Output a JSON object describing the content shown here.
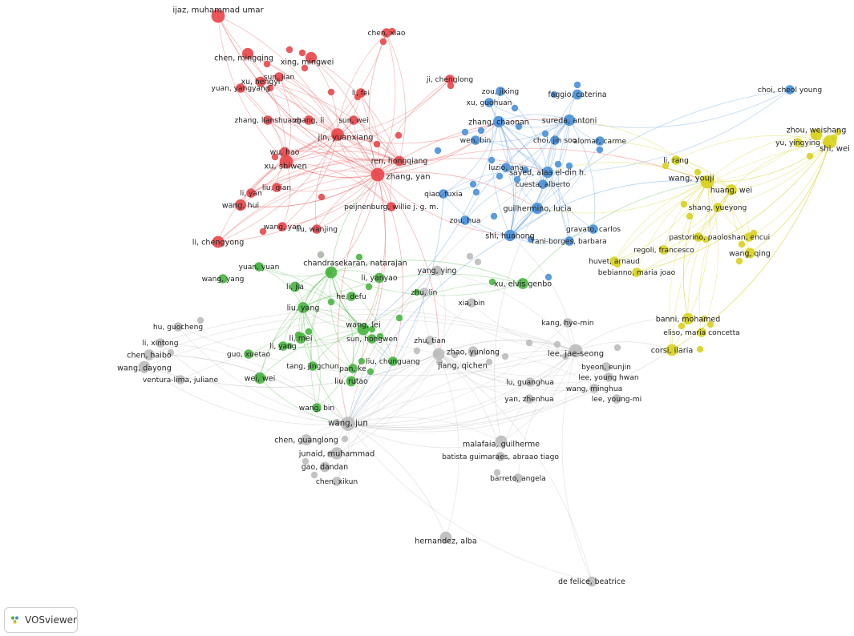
{
  "app": {
    "name": "VOSviewer"
  },
  "icon": "vosviewer-logo-icon",
  "clusters": {
    "red": "#e8484b",
    "blue": "#4a90d9",
    "green": "#4bb543",
    "yellow": "#d8d21f",
    "gray": "#bdbdbd"
  },
  "nodes": [
    {
      "id": "ijaz",
      "label": "ijaz, muhammad umar",
      "cluster": "red",
      "w": 2
    },
    {
      "id": "chenxiao",
      "label": "chen, xiao",
      "cluster": "red",
      "w": 1
    },
    {
      "id": "chenmq",
      "label": "chen, mingqing",
      "cluster": "red",
      "w": 1.5
    },
    {
      "id": "xing",
      "label": "xing, mingwei",
      "cluster": "red",
      "w": 1.5
    },
    {
      "id": "xuhy",
      "label": "xu, hengyi",
      "cluster": "red",
      "w": 1.2
    },
    {
      "id": "sunjian",
      "label": "sun, jian",
      "cluster": "red",
      "w": 1
    },
    {
      "id": "yuanyy",
      "label": "yuan, yangyang",
      "cluster": "red",
      "w": 1
    },
    {
      "id": "lifei",
      "label": "li, fei",
      "cluster": "red",
      "w": 1
    },
    {
      "id": "jichl",
      "label": "ji, chenglong",
      "cluster": "red",
      "w": 1
    },
    {
      "id": "zhangls",
      "label": "zhang, lianshuang",
      "cluster": "red",
      "w": 1
    },
    {
      "id": "zhangli",
      "label": "zhang, li",
      "cluster": "red",
      "w": 1
    },
    {
      "id": "sunwei",
      "label": "sun, wei",
      "cluster": "red",
      "w": 1
    },
    {
      "id": "jinyx",
      "label": "jin, yuanxiang",
      "cluster": "red",
      "w": 1.8
    },
    {
      "id": "wuhao",
      "label": "wu, hao",
      "cluster": "red",
      "w": 1.2
    },
    {
      "id": "xusw",
      "label": "xu, shiwen",
      "cluster": "red",
      "w": 2
    },
    {
      "id": "renhq",
      "label": "ren, hongqiang",
      "cluster": "red",
      "w": 1.2
    },
    {
      "id": "zhangyan",
      "label": "zhang, yan",
      "cluster": "red",
      "w": 2
    },
    {
      "id": "liuqian",
      "label": "liu, qian",
      "cluster": "red",
      "w": 1
    },
    {
      "id": "liyan",
      "label": "li, yan",
      "cluster": "red",
      "w": 1
    },
    {
      "id": "wanghui",
      "label": "wang, hui",
      "cluster": "red",
      "w": 1.5
    },
    {
      "id": "wangyan",
      "label": "wang, yan",
      "cluster": "red",
      "w": 1
    },
    {
      "id": "licy",
      "label": "li, chengyong",
      "cluster": "red",
      "w": 1.6
    },
    {
      "id": "peijnen",
      "label": "peijnenburg, willie j. g. m.",
      "cluster": "red",
      "w": 1
    },
    {
      "id": "liuwj",
      "label": "liu, wanjing",
      "cluster": "red",
      "w": 1
    },
    {
      "id": "zoujx",
      "label": "zou, jixing",
      "cluster": "blue",
      "w": 1
    },
    {
      "id": "xugh",
      "label": "xu, guohuan",
      "cluster": "blue",
      "w": 1
    },
    {
      "id": "faggio",
      "label": "faggio, caterina",
      "cluster": "blue",
      "w": 1.2
    },
    {
      "id": "zhangcn",
      "label": "zhang, chaonan",
      "cluster": "blue",
      "w": 1.5
    },
    {
      "id": "sureda",
      "label": "sureda, antoni",
      "cluster": "blue",
      "w": 1.5
    },
    {
      "id": "wenbin",
      "label": "wen, bin",
      "cluster": "blue",
      "w": 1
    },
    {
      "id": "choijs",
      "label": "choi, jin soo",
      "cluster": "blue",
      "w": 1
    },
    {
      "id": "alomar",
      "label": "alomar, carme",
      "cluster": "blue",
      "w": 1
    },
    {
      "id": "luzio",
      "label": "luzio, ana",
      "cluster": "blue",
      "w": 1
    },
    {
      "id": "sayed",
      "label": "sayed, alaa el-din h.",
      "cluster": "blue",
      "w": 1.5
    },
    {
      "id": "cuesta",
      "label": "cuesta, alberto",
      "cluster": "blue",
      "w": 1
    },
    {
      "id": "qiaofx",
      "label": "qiao, fuxia",
      "cluster": "blue",
      "w": 1
    },
    {
      "id": "guilh",
      "label": "guilhermino, lucia",
      "cluster": "blue",
      "w": 1.5
    },
    {
      "id": "zouhua",
      "label": "zou, hua",
      "cluster": "blue",
      "w": 1
    },
    {
      "id": "shihh",
      "label": "shi, huahong",
      "cluster": "blue",
      "w": 1.5
    },
    {
      "id": "gravato",
      "label": "gravato, carlos",
      "cluster": "blue",
      "w": 1
    },
    {
      "id": "rani",
      "label": "rani-borges, barbara",
      "cluster": "blue",
      "w": 1
    },
    {
      "id": "chandra",
      "label": "chandrasekaran, natarajan",
      "cluster": "green",
      "w": 1.6
    },
    {
      "id": "yuanyuan",
      "label": "yuan, yuan",
      "cluster": "green",
      "w": 1
    },
    {
      "id": "wangyang",
      "label": "wang, yang",
      "cluster": "green",
      "w": 1
    },
    {
      "id": "liyanyao",
      "label": "li, yanyao",
      "cluster": "green",
      "w": 1.2
    },
    {
      "id": "lijia",
      "label": "li, jia",
      "cluster": "green",
      "w": 1.2
    },
    {
      "id": "hedefu",
      "label": "he, defu",
      "cluster": "green",
      "w": 1
    },
    {
      "id": "liuyang",
      "label": "liu, yang",
      "cluster": "green",
      "w": 1.4
    },
    {
      "id": "xuelvis",
      "label": "xu, elvis genbo",
      "cluster": "green",
      "w": 1.4
    },
    {
      "id": "wanglei",
      "label": "wang, lei",
      "cluster": "green",
      "w": 1.6
    },
    {
      "id": "limei",
      "label": "li, mei",
      "cluster": "green",
      "w": 1.4
    },
    {
      "id": "liyang",
      "label": "li, yang",
      "cluster": "green",
      "w": 1
    },
    {
      "id": "sunhw",
      "label": "sun, hongwen",
      "cluster": "green",
      "w": 1
    },
    {
      "id": "guoxt",
      "label": "guo, xuetao",
      "cluster": "green",
      "w": 1
    },
    {
      "id": "tangjc",
      "label": "tang, jingchun",
      "cluster": "green",
      "w": 1
    },
    {
      "id": "liucg",
      "label": "liu, chunguang",
      "cluster": "green",
      "w": 1
    },
    {
      "id": "panke",
      "label": "pan, ke",
      "cluster": "green",
      "w": 1
    },
    {
      "id": "liurt",
      "label": "liu, rutao",
      "cluster": "green",
      "w": 1.2
    },
    {
      "id": "weiwei",
      "label": "wei, wei",
      "cluster": "green",
      "w": 1.5
    },
    {
      "id": "wangbin",
      "label": "wang, bin",
      "cluster": "green",
      "w": 1
    },
    {
      "id": "choicy",
      "label": "choi, cheol young",
      "cluster": "blue",
      "w": 1
    },
    {
      "id": "zhouws",
      "label": "zhou, weishang",
      "cluster": "yellow",
      "w": 1.6
    },
    {
      "id": "yuyy",
      "label": "yu, yingying",
      "cluster": "yellow",
      "w": 1
    },
    {
      "id": "shiwei",
      "label": "shi, wei",
      "cluster": "yellow",
      "w": 2
    },
    {
      "id": "lirang",
      "label": "li, rang",
      "cluster": "yellow",
      "w": 1
    },
    {
      "id": "wangyj",
      "label": "wang, youji",
      "cluster": "yellow",
      "w": 2
    },
    {
      "id": "huangwei",
      "label": "huang, wei",
      "cluster": "yellow",
      "w": 1.4
    },
    {
      "id": "shangyy",
      "label": "shang, yueyong",
      "cluster": "yellow",
      "w": 1
    },
    {
      "id": "pastorino",
      "label": "pastorino, paolo",
      "cluster": "yellow",
      "w": 1
    },
    {
      "id": "shanencui",
      "label": "shan, encui",
      "cluster": "yellow",
      "w": 1
    },
    {
      "id": "regoli",
      "label": "regoli, francesco",
      "cluster": "yellow",
      "w": 1
    },
    {
      "id": "wangqing",
      "label": "wang, qing",
      "cluster": "yellow",
      "w": 1.3
    },
    {
      "id": "huvet",
      "label": "huvet, arnaud",
      "cluster": "yellow",
      "w": 1
    },
    {
      "id": "bebianno",
      "label": "bebianno, maria joao",
      "cluster": "yellow",
      "w": 1
    },
    {
      "id": "banni",
      "label": "banni, mohamed",
      "cluster": "yellow",
      "w": 1.5
    },
    {
      "id": "eliso",
      "label": "eliso, maria concetta",
      "cluster": "yellow",
      "w": 1
    },
    {
      "id": "corsi",
      "label": "corsi, ilaria",
      "cluster": "yellow",
      "w": 1.6
    },
    {
      "id": "yangying",
      "label": "yang, ying",
      "cluster": "gray",
      "w": 1.2
    },
    {
      "id": "zhulin",
      "label": "zhu, lin",
      "cluster": "gray",
      "w": 1
    },
    {
      "id": "xiabin",
      "label": "xia, bin",
      "cluster": "gray",
      "w": 1
    },
    {
      "id": "kanghm",
      "label": "kang, hye-min",
      "cluster": "gray",
      "w": 1
    },
    {
      "id": "huguo",
      "label": "hu, guocheng",
      "cluster": "gray",
      "w": 1
    },
    {
      "id": "lixt",
      "label": "li, xintong",
      "cluster": "gray",
      "w": 1
    },
    {
      "id": "chenhb",
      "label": "chen, haibo",
      "cluster": "gray",
      "w": 1.4
    },
    {
      "id": "wangdy",
      "label": "wang, dayong",
      "cluster": "gray",
      "w": 1.6
    },
    {
      "id": "ventura",
      "label": "ventura-lima, juliane",
      "cluster": "gray",
      "w": 1
    },
    {
      "id": "zhutian",
      "label": "zhu, tian",
      "cluster": "gray",
      "w": 1
    },
    {
      "id": "zhaoyl",
      "label": "zhao, yunlong",
      "cluster": "gray",
      "w": 1.3
    },
    {
      "id": "jiangqc",
      "label": "jiang, qichen",
      "cluster": "gray",
      "w": 1.6
    },
    {
      "id": "leejs",
      "label": "lee, jae-seong",
      "cluster": "gray",
      "w": 2
    },
    {
      "id": "byeon",
      "label": "byeon, eunjin",
      "cluster": "gray",
      "w": 1
    },
    {
      "id": "leeyh",
      "label": "lee, young hwan",
      "cluster": "gray",
      "w": 1
    },
    {
      "id": "lugh",
      "label": "lu, guanghua",
      "cluster": "gray",
      "w": 1
    },
    {
      "id": "wangmh",
      "label": "wang, minghua",
      "cluster": "gray",
      "w": 1
    },
    {
      "id": "leeym",
      "label": "lee, young-mi",
      "cluster": "gray",
      "w": 1
    },
    {
      "id": "yanzh",
      "label": "yan, zhenhua",
      "cluster": "gray",
      "w": 1
    },
    {
      "id": "wangjun",
      "label": "wang, jun",
      "cluster": "gray",
      "w": 2.2
    },
    {
      "id": "chengl",
      "label": "chen, guanglong",
      "cluster": "gray",
      "w": 1.4
    },
    {
      "id": "malafaia",
      "label": "malafaia, guilherme",
      "cluster": "gray",
      "w": 1.6
    },
    {
      "id": "junaid",
      "label": "junaid, muhammad",
      "cluster": "gray",
      "w": 1.7
    },
    {
      "id": "batista",
      "label": "batista guimaraes, abraao tiago",
      "cluster": "gray",
      "w": 1
    },
    {
      "id": "gaodd",
      "label": "gao, dandan",
      "cluster": "gray",
      "w": 1.2
    },
    {
      "id": "chenxk",
      "label": "chen, xikun",
      "cluster": "gray",
      "w": 1
    },
    {
      "id": "barreto",
      "label": "barreto, angela",
      "cluster": "gray",
      "w": 1
    },
    {
      "id": "hernandez",
      "label": "hernandez, alba",
      "cluster": "gray",
      "w": 1.6
    },
    {
      "id": "defelice",
      "label": "de felice, beatrice",
      "cluster": "gray",
      "w": 1.2
    }
  ]
}
